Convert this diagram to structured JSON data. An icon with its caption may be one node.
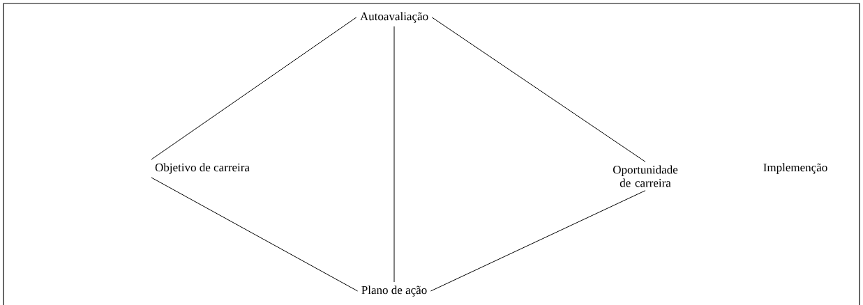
{
  "diagram": {
    "nodes": [
      {
        "text": [
          "Autoavaliação"
        ]
      },
      {
        "text": [
          "Objetivo de carreira"
        ]
      },
      {
        "text": [
          "Oportunidade de carreira"
        ]
      },
      {
        "text": [
          "Plano de ação"
        ]
      }
    ],
    "edges": [
      {
        "from": 0,
        "to": 1,
        "arrow": "none"
      },
      {
        "from": 0,
        "to": 3,
        "arrow": "none"
      },
      {
        "from": 0,
        "to": 2,
        "arrow": "none"
      },
      {
        "from": 1,
        "to": 3,
        "arrow": "none"
      },
      {
        "from": 3,
        "to": 2,
        "arrow": "none"
      }
    ],
    "labels": [
      "Implemenção"
    ]
  }
}
